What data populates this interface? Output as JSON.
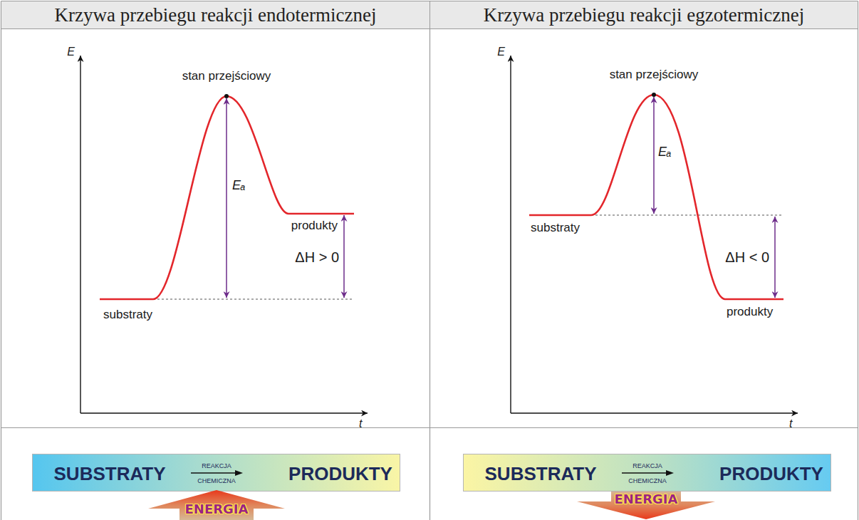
{
  "diagram": {
    "nodes": [
      {
        "text": [
          "Krzywa przebiegu reakcji endotermicznej"
        ]
      },
      {
        "text": [
          "Krzywa przebiegu reakcji egzotermicznej"
        ]
      },
      {
        "text": [
          "SUBSTRATY",
          "REAKCJA",
          "CHEMICZNA",
          "PRODUKTY"
        ]
      },
      {
        "text": [
          "ENERGIA"
        ]
      },
      {
        "text": [
          "SUBSTRATY",
          "REAKCJA",
          "CHEMICZNA",
          "PRODUKTY"
        ]
      },
      {
        "text": [
          "ENERGIA"
        ]
      }
    ],
    "labels": [
      "E",
      "stan przejściowy",
      "Eₐ",
      "produkty",
      "ΔH > 0",
      "substraty",
      "t",
      "E",
      "stan przejściowy",
      "Eₐ",
      "substraty",
      "ΔH < 0",
      "produkty",
      "t"
    ]
  }
}
